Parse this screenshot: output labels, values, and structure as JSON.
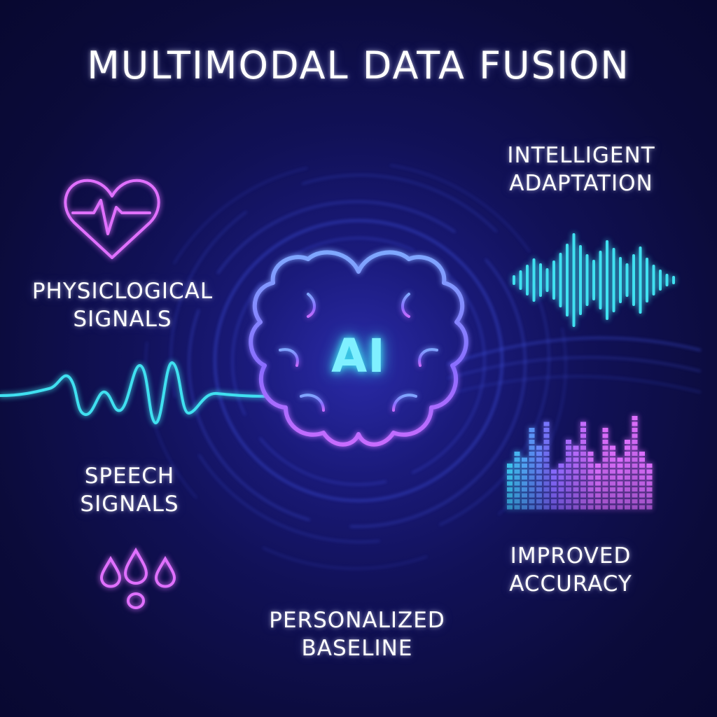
{
  "title": "MULTIMODAL DATA FUSION",
  "center": {
    "label": "AI"
  },
  "labels": {
    "physiological": {
      "line1": "PHYSICLOGICAL",
      "line2": "SIGNALS"
    },
    "speech": {
      "line1": "SPEECH",
      "line2": "SIGNALS"
    },
    "intelligent": {
      "line1": "INTELLIGENT",
      "line2": "ADAPTATION"
    },
    "improved": {
      "line1": "IMPROVED",
      "line2": "ACCURACY"
    },
    "baseline": {
      "line1": "PERSONALIZED",
      "line2": "BASELINE"
    }
  },
  "icons": {
    "heart": "heart-pulse-icon",
    "wave": "signal-wave-icon",
    "drops": "sweat-drops-icon",
    "brain": "brain-icon",
    "audio": "audio-wave-icon",
    "equalizer": "equalizer-bars-icon"
  },
  "colors": {
    "background": "#0b0b3a",
    "glow_blue": "#4a5cff",
    "cyan": "#3fe0f0",
    "magenta": "#e070ff",
    "violet": "#8a6cff",
    "text": "#ffffff"
  }
}
